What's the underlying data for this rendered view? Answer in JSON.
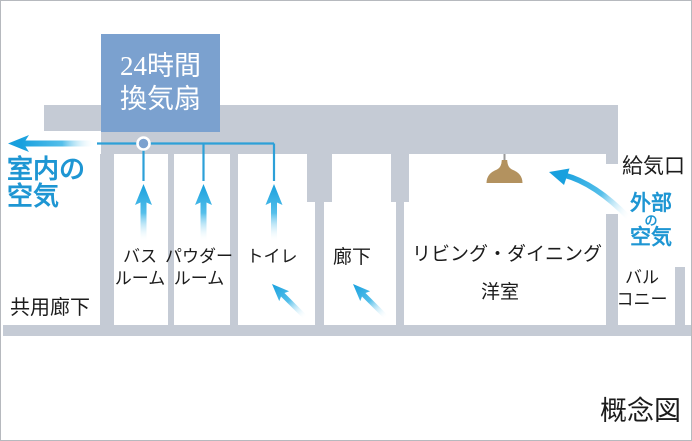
{
  "diagram": {
    "caption": "概念図",
    "fan_unit": {
      "line1": "24時間",
      "line2": "換気扇"
    },
    "indoor_air": {
      "line1": "室内の",
      "line2": "空気"
    },
    "outdoor_air": {
      "line1": "外部",
      "particle": "の",
      "line2": "空気"
    },
    "supply_port_label": "給気口",
    "shared_corridor_label": "共用廊下",
    "rooms": {
      "bathroom": {
        "line1": "バス",
        "line2": "ルーム"
      },
      "powder_room": {
        "line1": "パウダー",
        "line2": "ルーム"
      },
      "toilet": {
        "label": "トイレ"
      },
      "hallway": {
        "label": "廊下"
      },
      "living": {
        "line1": "リビング・ダイニング",
        "line2": "洋室"
      },
      "balcony": {
        "line1": "バル",
        "line2": "コニー"
      }
    },
    "colors": {
      "fan_box_blue": "#7ba1cf",
      "duct_line_blue": "#2da0d8",
      "arrow_blue": "#18a0de",
      "blue_text": "#1e96d3",
      "wall_gray": "#c5cbd5",
      "lamp_tan": "#b3925f",
      "black_text": "#1c1c1c",
      "frame_gray": "#b6b9be"
    }
  }
}
